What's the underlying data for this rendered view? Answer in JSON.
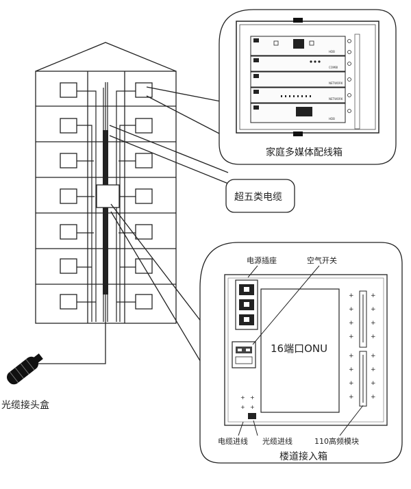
{
  "labels": {
    "home_box": "家庭多媒体配线箱",
    "cat5e_cable": "超五类电缆",
    "splice_box": "光缆接头盒",
    "power_socket": "电源插座",
    "air_switch": "空气开关",
    "onu": "16端口ONU",
    "power_inlet": "电缆进线",
    "fiber_inlet": "光缆进线",
    "module_110": "110高频模块",
    "corridor_box": "楼道接入箱"
  },
  "home_box_modules": [
    {
      "tag": "HDB"
    },
    {
      "tag": "COMBI"
    },
    {
      "tag": "NETWORK"
    },
    {
      "tag": "HDB"
    }
  ],
  "icons": {
    "splice_box": "fiber-splice-closure-icon",
    "screw": "screw-icon"
  },
  "colors": {
    "line": "#222222",
    "background": "#ffffff",
    "panel": "#f4f4f4"
  }
}
